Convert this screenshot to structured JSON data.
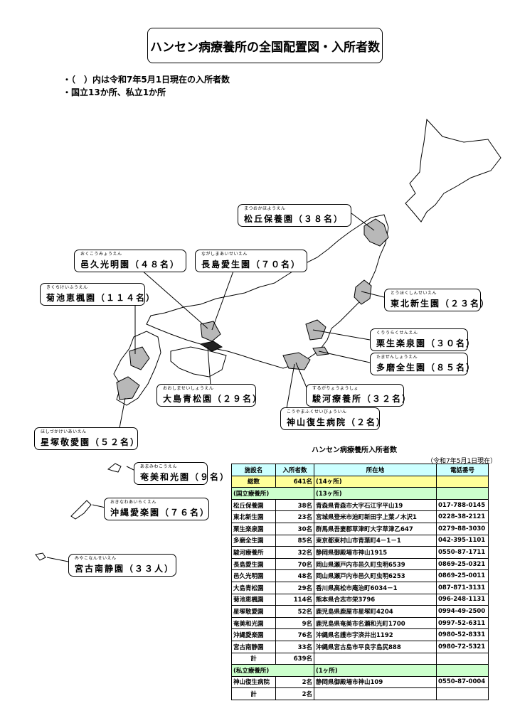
{
  "title": "ハンセン病療養所の全国配置図・入所者数",
  "notes": [
    "・（　）内は令和7年5月1日現在の入所者数",
    "・国立13か所、私立1か所"
  ],
  "colors": {
    "highlight": "#b8b8b8",
    "dark": "#222222",
    "header": "#ccffff",
    "total": "#ffff99",
    "group": "#ccffcc"
  },
  "map_labels": {
    "matsuoka": {
      "ruby": "まつおかほようえん",
      "name": "松丘保養園",
      "count": "（３８名）"
    },
    "oku": {
      "ruby": "おくこうみょうえん",
      "name": "邑久光明園",
      "count": "（４８名）"
    },
    "nagashima": {
      "ruby": "ながしまあいせいえん",
      "name": "長島愛生園",
      "count": "（７０名）"
    },
    "kikuchi": {
      "ruby": "きくちけいふうえん",
      "name": "菊池恵楓園",
      "count": "（１１４名）"
    },
    "tohoku": {
      "ruby": "とうほくしんせいえん",
      "name": "東北新生園",
      "count": "（２３名）"
    },
    "kuryu": {
      "ruby": "くりうらくせんえん",
      "name": "栗生楽泉園",
      "count": "（３０名）"
    },
    "tama": {
      "ruby": "たまぜんしょうえん",
      "name": "多磨全生園",
      "count": "（８５名）"
    },
    "suruga": {
      "ruby": "するがりょうようしょ",
      "name": "駿河療養所",
      "count": "（３２名）"
    },
    "oshima": {
      "ruby": "おおしませいしょうえん",
      "name": "大島青松園",
      "count": "（２９名）"
    },
    "koyama": {
      "ruby": "こうやまふくせいびょういん",
      "name": "神山復生病院",
      "count": "（２名）"
    },
    "hoshizuka": {
      "ruby": "ほしづかけいあいえん",
      "name": "星塚敬愛園",
      "count": "（５２名）"
    },
    "amami": {
      "ruby": "あまみわこうえん",
      "name": "奄美和光園",
      "count": "（９名）"
    },
    "okinawa": {
      "ruby": "おきなわあいらくえん",
      "name": "沖縄愛楽園",
      "count": "（７６名）"
    },
    "miyako": {
      "ruby": "みやこなんせいえん",
      "name": "宮古南静園",
      "count": "（３３人）"
    }
  },
  "table": {
    "title": "ハンセン病療養所入所者数",
    "date": "（令和7年5月1日現在）",
    "headers": [
      "施設名",
      "入所者数",
      "所在地",
      "電話番号"
    ],
    "total_row": {
      "name": "総数",
      "count": "641名",
      "note": "(14ヶ所)"
    },
    "national_group": {
      "name": "(国立療養所)",
      "note": "(13ヶ所)"
    },
    "national": [
      {
        "name": "松丘保養園",
        "count": "38名",
        "address": "青森県青森市大字石江字平山19",
        "phone": "017-788-0145"
      },
      {
        "name": "東北新生園",
        "count": "23名",
        "address": "宮城県登米市迫町新田字上葉ノ木沢1",
        "phone": "0228-38-2121"
      },
      {
        "name": "栗生楽泉園",
        "count": "30名",
        "address": "群馬県吾妻郡草津町大字草津乙647",
        "phone": "0279-88-3030"
      },
      {
        "name": "多磨全生園",
        "count": "85名",
        "address": "東京都東村山市青葉町4－1－1",
        "phone": "042-395-1101"
      },
      {
        "name": "駿河療養所",
        "count": "32名",
        "address": "静岡県御殿場市神山1915",
        "phone": "0550-87-1711"
      },
      {
        "name": "長島愛生園",
        "count": "70名",
        "address": "岡山県瀬戸内市邑久町虫明6539",
        "phone": "0869-25-0321"
      },
      {
        "name": "邑久光明園",
        "count": "48名",
        "address": "岡山県瀬戸内市邑久町虫明6253",
        "phone": "0869-25-0011"
      },
      {
        "name": "大島青松園",
        "count": "29名",
        "address": "香川県高松市庵治町6034－1",
        "phone": "087-871-3131"
      },
      {
        "name": "菊池恵楓園",
        "count": "114名",
        "address": "熊本県合志市栄3796",
        "phone": "096-248-1131"
      },
      {
        "name": "星塚敬愛園",
        "count": "52名",
        "address": "鹿児島県鹿屋市星塚町4204",
        "phone": "0994-49-2500"
      },
      {
        "name": "奄美和光園",
        "count": "9名",
        "address": "鹿児島県奄美市名瀬和光町1700",
        "phone": "0997-52-6311"
      },
      {
        "name": "沖縄愛楽園",
        "count": "76名",
        "address": "沖縄県名護市字済井出1192",
        "phone": "0980-52-8331"
      },
      {
        "name": "宮古南静園",
        "count": "33名",
        "address": "沖縄県宮古島市平良字島尻888",
        "phone": "0980-72-5321"
      }
    ],
    "national_subtotal": {
      "name": "計",
      "count": "639名"
    },
    "private_group": {
      "name": "(私立療養所)",
      "note": "(1ヶ所)"
    },
    "private": [
      {
        "name": "神山復生病院",
        "count": "2名",
        "address": "静岡県御殿場市神山109",
        "phone": "0550-87-0004"
      }
    ],
    "private_subtotal": {
      "name": "計",
      "count": "2名"
    }
  }
}
